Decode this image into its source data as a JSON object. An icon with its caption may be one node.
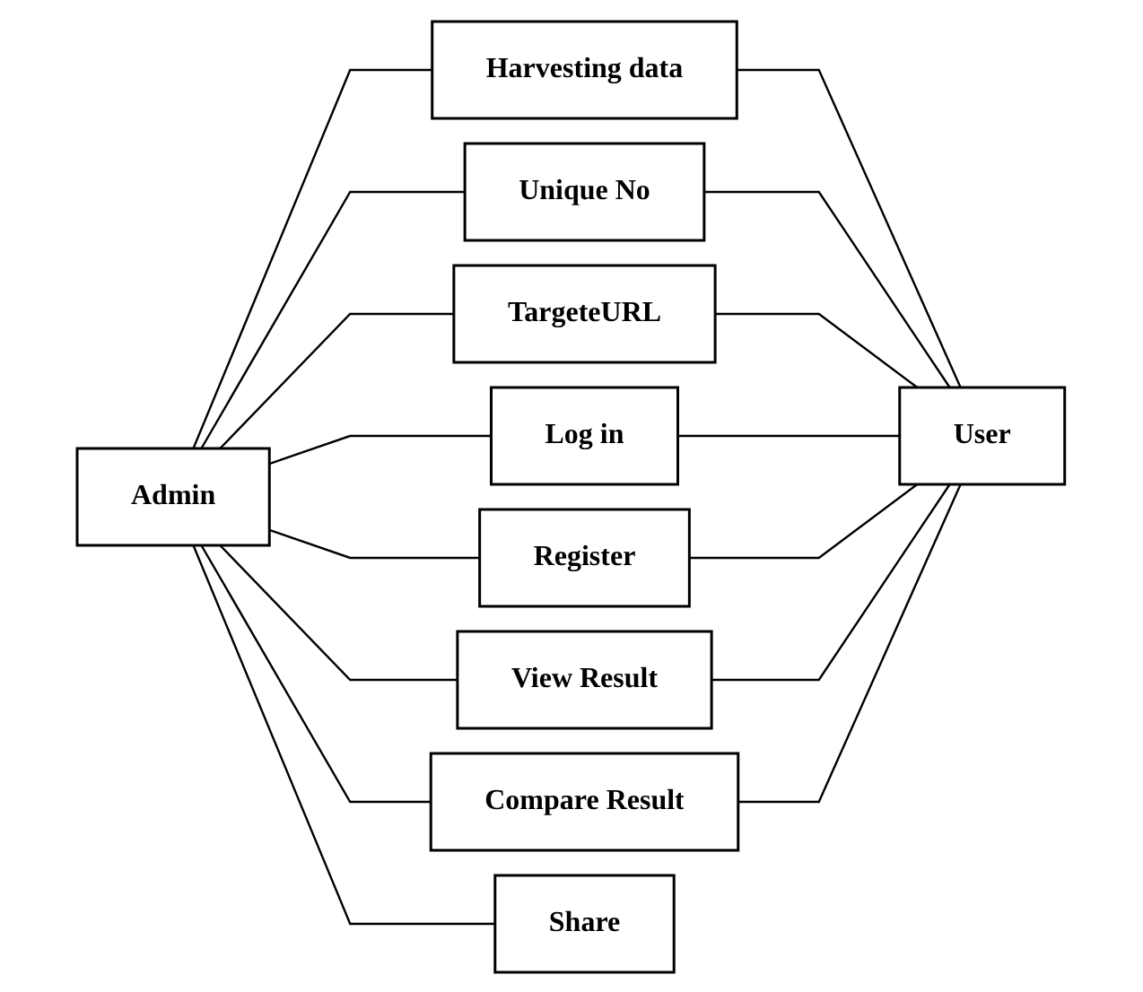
{
  "diagram": {
    "nodes": [
      {
        "text": [
          "Harvesting data"
        ]
      },
      {
        "text": [
          "Unique No"
        ]
      },
      {
        "text": [
          "TargeteURL"
        ]
      },
      {
        "text": [
          "Admin"
        ]
      },
      {
        "text": [
          "Log in"
        ]
      },
      {
        "text": [
          "User"
        ]
      },
      {
        "text": [
          "Register"
        ]
      },
      {
        "text": [
          "View Result"
        ]
      },
      {
        "text": [
          "Compare Result"
        ]
      },
      {
        "text": [
          "Share"
        ]
      }
    ],
    "edges": [
      {
        "from": 3,
        "to": 0,
        "arrow": "none"
      },
      {
        "from": 3,
        "to": 1,
        "arrow": "none"
      },
      {
        "from": 3,
        "to": 2,
        "arrow": "none"
      },
      {
        "from": 3,
        "to": 4,
        "arrow": "none"
      },
      {
        "from": 3,
        "to": 6,
        "arrow": "none"
      },
      {
        "from": 3,
        "to": 7,
        "arrow": "none"
      },
      {
        "from": 3,
        "to": 8,
        "arrow": "none"
      },
      {
        "from": 3,
        "to": 9,
        "arrow": "none"
      },
      {
        "from": 0,
        "to": 5,
        "arrow": "none"
      },
      {
        "from": 1,
        "to": 5,
        "arrow": "none"
      },
      {
        "from": 2,
        "to": 5,
        "arrow": "none"
      },
      {
        "from": 4,
        "to": 5,
        "arrow": "none"
      },
      {
        "from": 6,
        "to": 5,
        "arrow": "none"
      },
      {
        "from": 7,
        "to": 5,
        "arrow": "none"
      },
      {
        "from": 8,
        "to": 5,
        "arrow": "none"
      }
    ]
  }
}
